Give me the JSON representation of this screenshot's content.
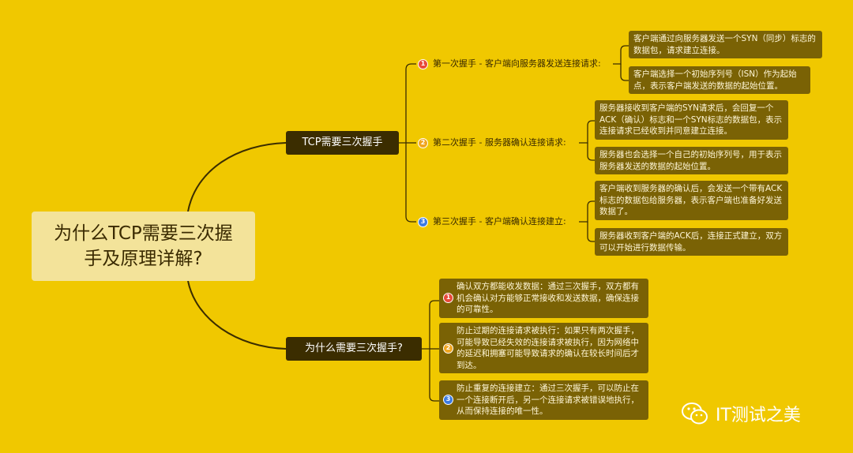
{
  "root": {
    "title": "为什么TCP需要三次握手及原理详解?"
  },
  "branches": [
    {
      "label": "TCP需要三次握手",
      "topics": [
        {
          "num": "1",
          "label": "第一次握手 - 客户端向服务器发送连接请求:",
          "details": [
            "客户端通过向服务器发送一个SYN（同步）标志的数据包，请求建立连接。",
            "客户端选择一个初始序列号（ISN）作为起始点，表示客户端发送的数据的起始位置。"
          ]
        },
        {
          "num": "2",
          "label": "第二次握手 - 服务器确认连接请求:",
          "details": [
            "服务器接收到客户端的SYN请求后，会回复一个ACK（确认）标志和一个SYN标志的数据包，表示连接请求已经收到并同意建立连接。",
            "服务器也会选择一个自己的初始序列号，用于表示服务器发送的数据的起始位置。"
          ]
        },
        {
          "num": "3",
          "label": "第三次握手 - 客户端确认连接建立:",
          "details": [
            "客户端收到服务器的确认后，会发送一个带有ACK标志的数据包给服务器，表示客户端也准备好发送数据了。",
            "服务器收到客户端的ACK后，连接正式建立，双方可以开始进行数据传输。"
          ]
        }
      ]
    },
    {
      "label": "为什么需要三次握手?",
      "items": [
        {
          "num": "1",
          "text": "确认双方都能收发数据：通过三次握手，双方都有机会确认对方能够正常接收和发送数据，确保连接的可靠性。"
        },
        {
          "num": "2",
          "text": "防止过期的连接请求被执行：如果只有两次握手，可能导致已经失效的连接请求被执行，因为网络中的延迟和拥塞可能导致请求的确认在较长时间后才到达。"
        },
        {
          "num": "3",
          "text": "防止重复的连接建立：通过三次握手，可以防止在一个连接断开后，另一个连接请求被错误地执行，从而保持连接的唯一性。"
        }
      ]
    }
  ],
  "logo": {
    "text": "IT测试之美",
    "icon": "wechat-icon"
  },
  "colors": {
    "background": "#f0c800",
    "branch": "#3b2d00",
    "leaf": "#7a6205",
    "root": "#f3e39a"
  }
}
